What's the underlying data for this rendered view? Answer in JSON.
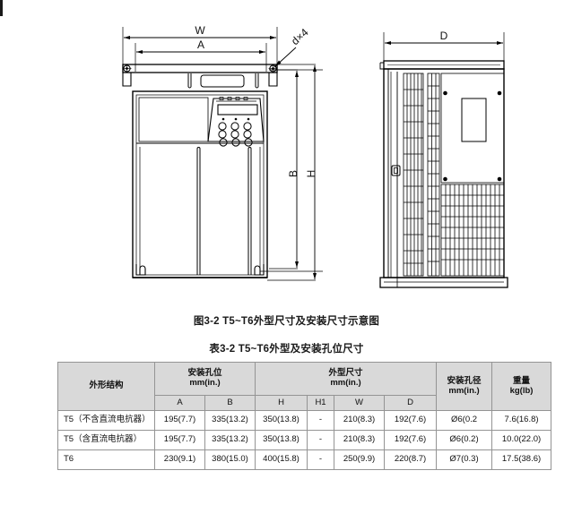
{
  "figure": {
    "caption": "图3-2 T5~T6外型尺寸及安装尺寸示意图",
    "labels": {
      "w": "W",
      "a": "A",
      "b": "B",
      "h": "H",
      "d": "D",
      "hole": "d×4"
    }
  },
  "table": {
    "caption": "表3-2 T5~T6外型及安装孔位尺寸",
    "headers": {
      "structure": "外形结构",
      "mount_holes": "安装孔位",
      "mount_holes_unit": "mm(in.)",
      "outer_dims": "外型尺寸",
      "outer_dims_unit": "mm(in.)",
      "hole_dia": "安装孔径",
      "hole_dia_unit": "mm(in.)",
      "weight": "重量",
      "weight_unit": "kg(lb)"
    },
    "sub_headers": [
      "A",
      "B",
      "H",
      "H1",
      "W",
      "D"
    ],
    "rows": [
      {
        "name": "T5（不含直流电抗器）",
        "a": "195(7.7)",
        "b": "335(13.2)",
        "h": "350(13.8)",
        "h1": "-",
        "w": "210(8.3)",
        "d": "192(7.6)",
        "hole_dia": "Ø6(0.2",
        "weight": "7.6(16.8)"
      },
      {
        "name": "T5（含直流电抗器）",
        "a": "195(7.7)",
        "b": "335(13.2)",
        "h": "350(13.8)",
        "h1": "-",
        "w": "210(8.3)",
        "d": "192(7.6)",
        "hole_dia": "Ø6(0.2)",
        "weight": "10.0(22.0)"
      },
      {
        "name": "T6",
        "a": "230(9.1)",
        "b": "380(15.0)",
        "h": "400(15.8)",
        "h1": "-",
        "w": "250(9.9)",
        "d": "220(8.7)",
        "hole_dia": "Ø7(0.3)",
        "weight": "17.5(38.6)"
      }
    ]
  }
}
